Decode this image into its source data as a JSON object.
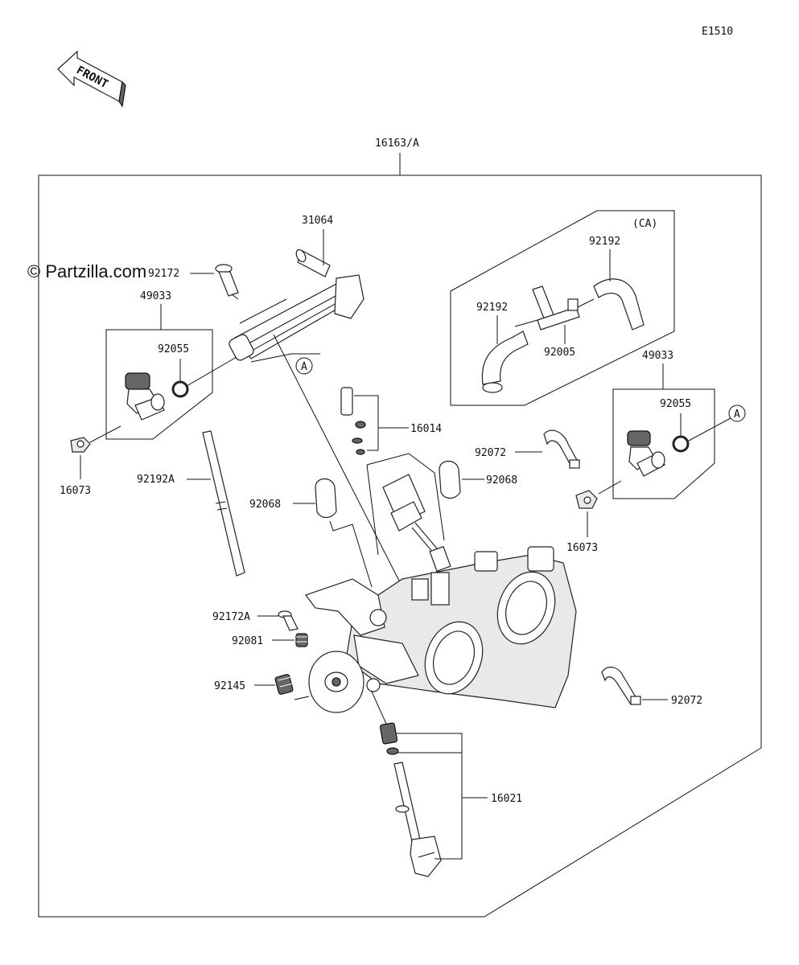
{
  "diagram_code": "E1510",
  "front_label": "FRONT",
  "watermark": "© Partzilla.com",
  "ca_label": "(CA)",
  "ref_mark": "A",
  "labels": {
    "assembly": "16163/A",
    "rail": "31064",
    "screw_top": "92172",
    "injector_left": "49033",
    "oring_left": "92055",
    "washer_left": "16073",
    "hose_a": "92192A",
    "hose_ca_right": "92192",
    "hose_ca_left": "92192",
    "joint_ca": "92005",
    "sensor": "16014",
    "band_right_top": "92072",
    "cap_right": "92068",
    "cap_left": "92068",
    "injector_right": "49033",
    "oring_right": "92055",
    "washer_right": "16073",
    "screw_left": "92172A",
    "spring_small": "92081",
    "spring_lever": "92145",
    "idle_screw": "16021",
    "band_right_bottom": "92072"
  }
}
